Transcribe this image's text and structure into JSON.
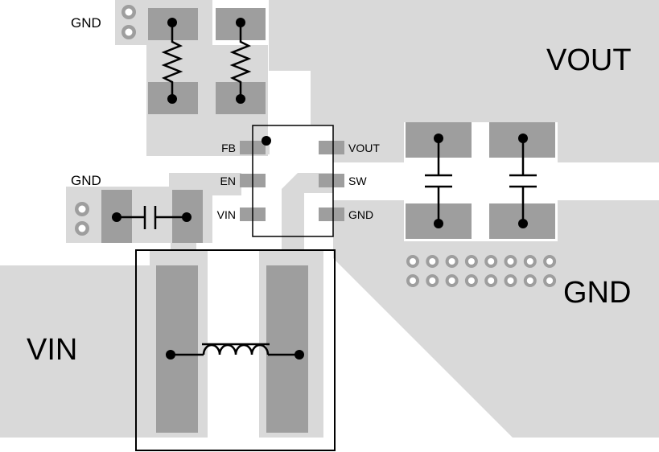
{
  "labels": {
    "gnd_top_left": "GND",
    "gnd_mid_left": "GND",
    "vout": "VOUT",
    "gnd_right": "GND",
    "vin": "VIN"
  },
  "ic": {
    "pins_left": [
      "FB",
      "EN",
      "VIN"
    ],
    "pins_right": [
      "VOUT",
      "SW",
      "GND"
    ]
  },
  "components": {
    "resistors": 2,
    "output_capacitors": 2,
    "input_capacitors": 1,
    "inductors": 1
  },
  "vias": {
    "rows": 2,
    "per_row": 8
  },
  "colors": {
    "copper": "#d9d9d9",
    "pad": "#9e9e9e",
    "ink": "#000000",
    "background": "#ffffff"
  }
}
